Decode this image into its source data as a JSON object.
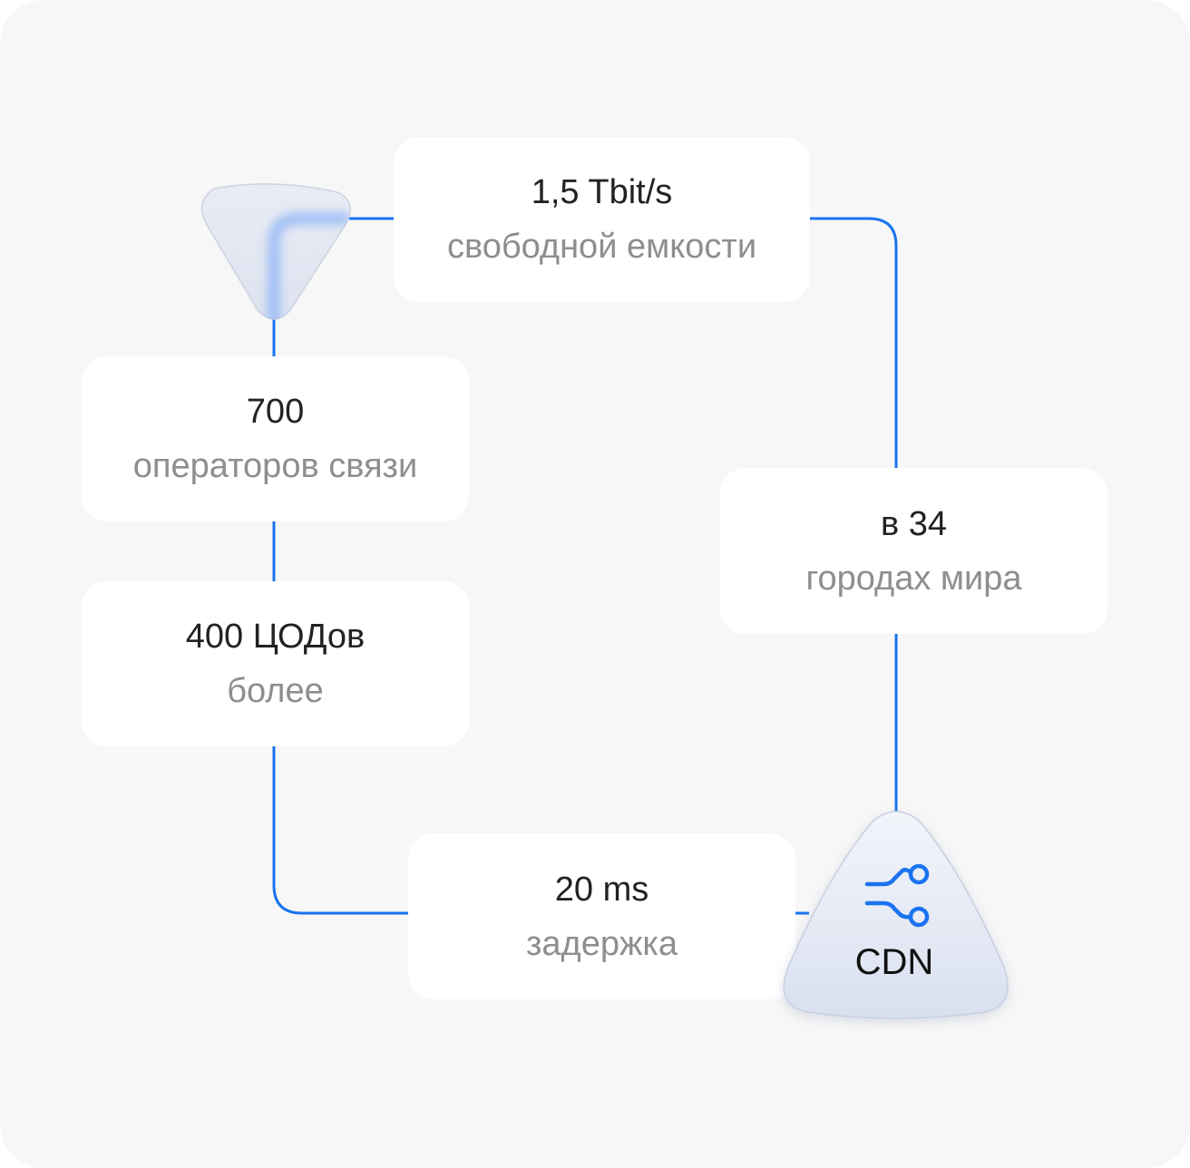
{
  "cards": {
    "capacity": {
      "value": "1,5 Tbit/s",
      "label": "свободной емкости"
    },
    "operators": {
      "value": "700",
      "label": "операторов связи"
    },
    "cities": {
      "value": "в 34",
      "label": "городах мира"
    },
    "datacenters": {
      "value": "400 ЦОДов",
      "label": "более"
    },
    "latency": {
      "value": "20 ms",
      "label": "задержка"
    }
  },
  "cdn": {
    "label": "CDN",
    "icon": "network-branch-icon"
  },
  "colors": {
    "wire": "#1a73f0",
    "background": "#f7f7f7",
    "card": "#ffffff",
    "value_text": "#222222",
    "label_text": "#8e8e8e"
  }
}
